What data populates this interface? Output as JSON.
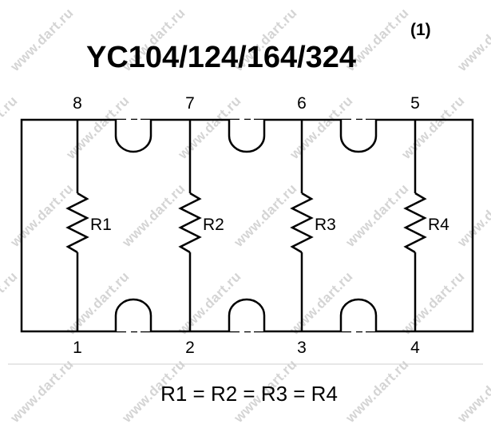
{
  "title": "YC104/124/164/324",
  "title_note": "(1)",
  "top_pins": [
    "8",
    "7",
    "6",
    "5"
  ],
  "bottom_pins": [
    "1",
    "2",
    "3",
    "4"
  ],
  "resistors": [
    "R1",
    "R2",
    "R3",
    "R4"
  ],
  "equation": "R1 = R2 = R3 = R4",
  "watermark_text": "www.dart.ru",
  "colors": {
    "line": "#000000",
    "background": "#ffffff",
    "watermark": "#d4d4d4"
  }
}
